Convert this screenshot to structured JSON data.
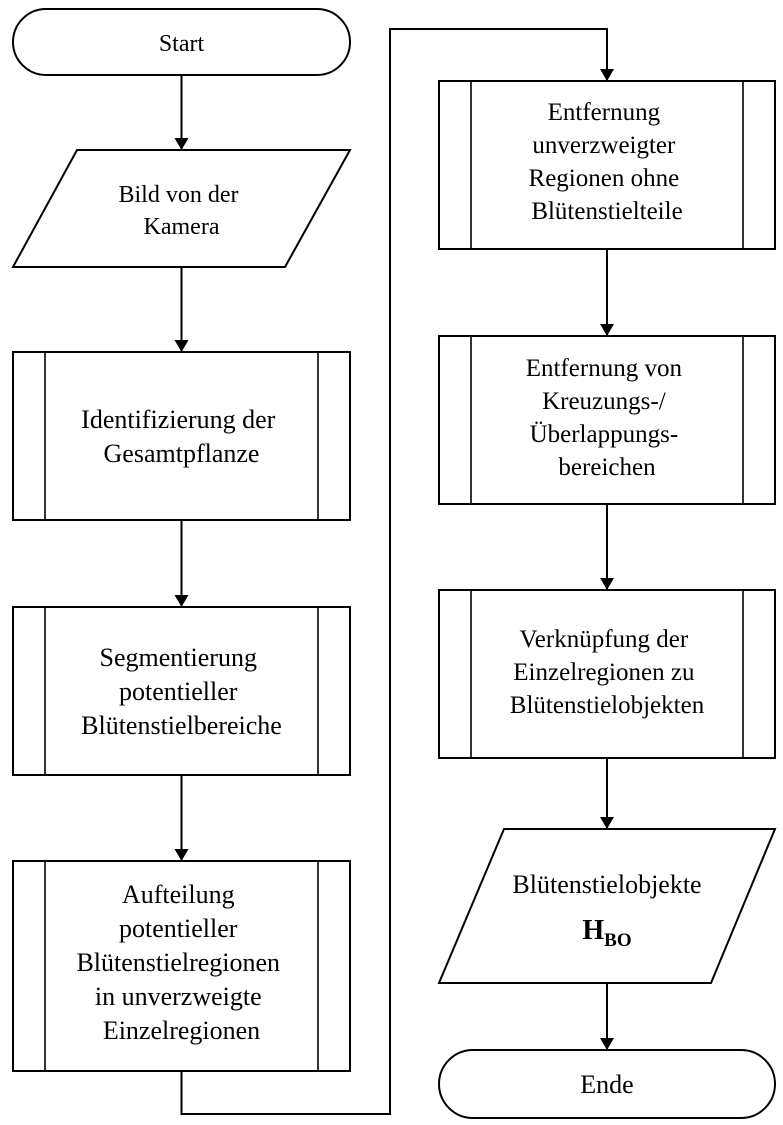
{
  "diagram": {
    "start": "Start",
    "input": [
      "Bild von der",
      "Kamera"
    ],
    "step1": [
      "Identifizierung der",
      "Gesamtpflanze"
    ],
    "step2": [
      "Segmentierung",
      "potentieller",
      "Blütenstielbereiche"
    ],
    "step3": [
      "Aufteilung",
      "potentieller",
      "Blütenstielregionen",
      "in unverzweigte",
      "Einzelregionen"
    ],
    "step4": [
      "Entfernung",
      "unverzweigter",
      "Regionen ohne",
      "Blütenstielteile"
    ],
    "step5": [
      "Entfernung von",
      "Kreuzungs-/",
      "Überlappungs-",
      "bereichen"
    ],
    "step6": [
      "Verknüpfung der",
      "Einzelregionen zu",
      "Blütenstielobjekten"
    ],
    "output": {
      "label": "Blütenstielobjekte",
      "symbol": "H",
      "subscript": "BO"
    },
    "end": "Ende"
  }
}
